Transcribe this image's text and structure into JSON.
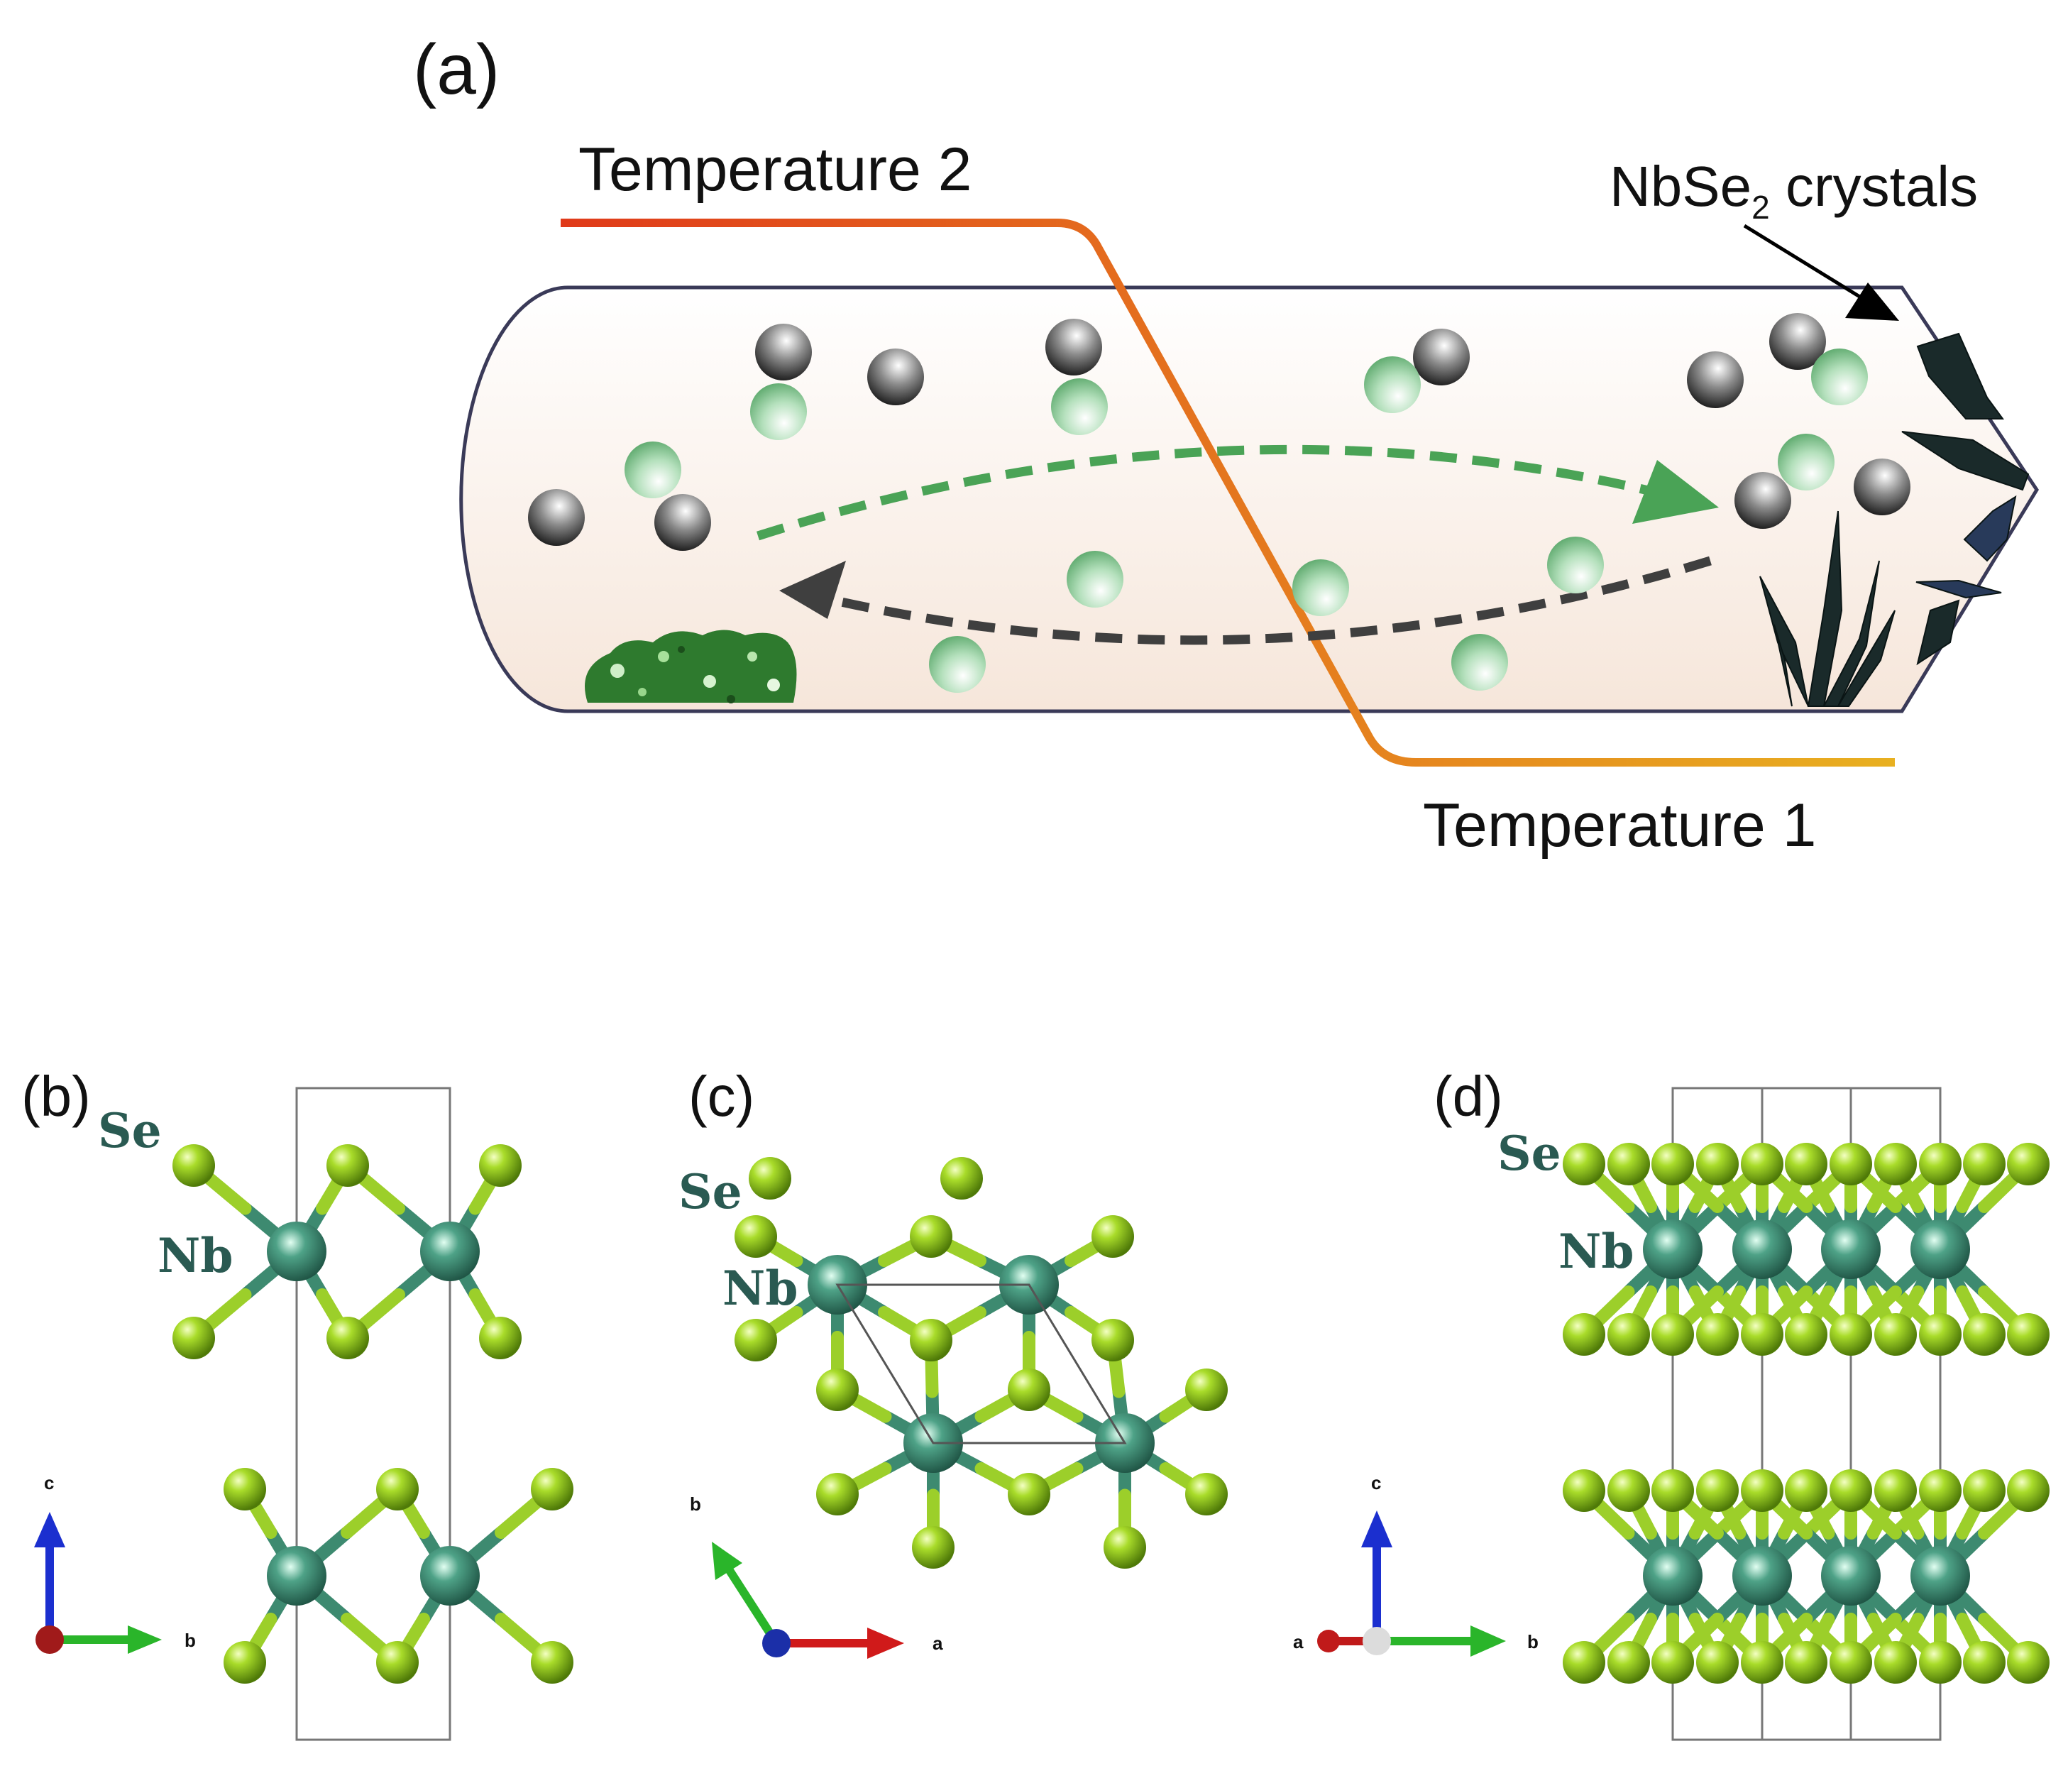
{
  "panel_a": {
    "label": "(a)",
    "temperature_2": "Temperature 2",
    "temperature_1": "Temperature 1",
    "crystals_label": "NbSe",
    "crystals_subscript": "2",
    "crystals_suffix": " crystals"
  },
  "panel_b": {
    "label": "(b)",
    "atom_top": "Se",
    "atom_metal": "Nb",
    "axis_up": "c",
    "axis_right": "b"
  },
  "panel_c": {
    "label": "(c)",
    "atom_top": "Se",
    "atom_metal": "Nb",
    "axis_up": "b",
    "axis_right": "a"
  },
  "panel_d": {
    "label": "(d)",
    "atom_top": "Se",
    "atom_metal": "Nb",
    "axis_up": "c",
    "axis_right": "b",
    "axis_left": "a"
  },
  "colors": {
    "se_atom": "#9ed41a",
    "nb_atom": "#3f8f78",
    "green_arrow": "#4aa356",
    "gray_arrow": "#3f3f3f",
    "temp_line_hot": "#e03a1a",
    "temp_line_cool": "#e8b020",
    "tube_fill": "#faf0e8"
  }
}
